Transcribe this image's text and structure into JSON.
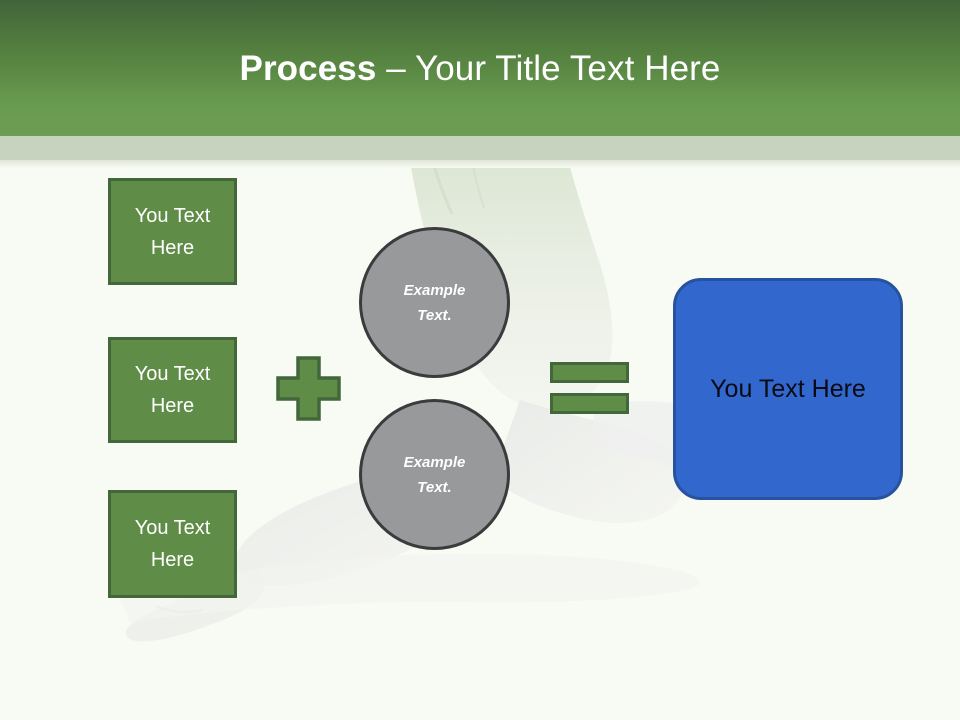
{
  "slide": {
    "background_color": "#f8faf4",
    "title_prefix": "Process",
    "title_separator": " – ",
    "title_rest": "Your Title Text Here",
    "header_top_color": "#43643a",
    "header_bottom_color": "#6d9d55",
    "header_sub_band_color": "#c7d3bf"
  },
  "inputs": {
    "accent_color": "#5f8c46",
    "border_color": "#43663a",
    "boxes": [
      {
        "label": "You Text Here"
      },
      {
        "label": "You Text Here"
      },
      {
        "label": "You Text Here"
      }
    ]
  },
  "operators": {
    "plus": {
      "symbol": "+",
      "color": "#5f8c46",
      "border_color": "#43663a"
    },
    "equals": {
      "symbol": "=",
      "color": "#5f8c46",
      "border_color": "#43663a"
    }
  },
  "circles": {
    "fill_color": "#98999b",
    "border_color": "#3b3b3d",
    "items": [
      {
        "line1": "Example",
        "line2": "Text."
      },
      {
        "line1": "Example",
        "line2": "Text."
      }
    ]
  },
  "result": {
    "label": "You Text Here",
    "fill_color": "#3268cd",
    "border_color": "#27529f",
    "text_color": "#0a0a14"
  }
}
